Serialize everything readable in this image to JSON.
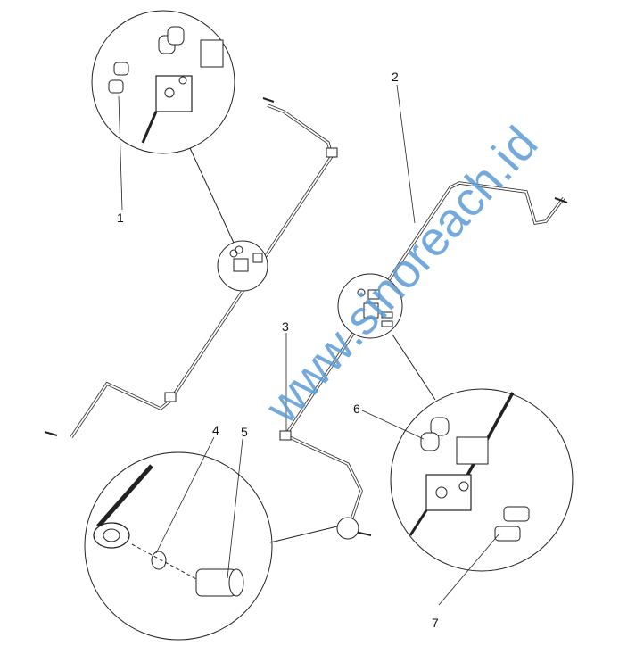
{
  "diagram": {
    "callouts": [
      "1",
      "2",
      "3",
      "4",
      "5",
      "6",
      "7"
    ],
    "watermark": "www.sinoreach.id"
  }
}
